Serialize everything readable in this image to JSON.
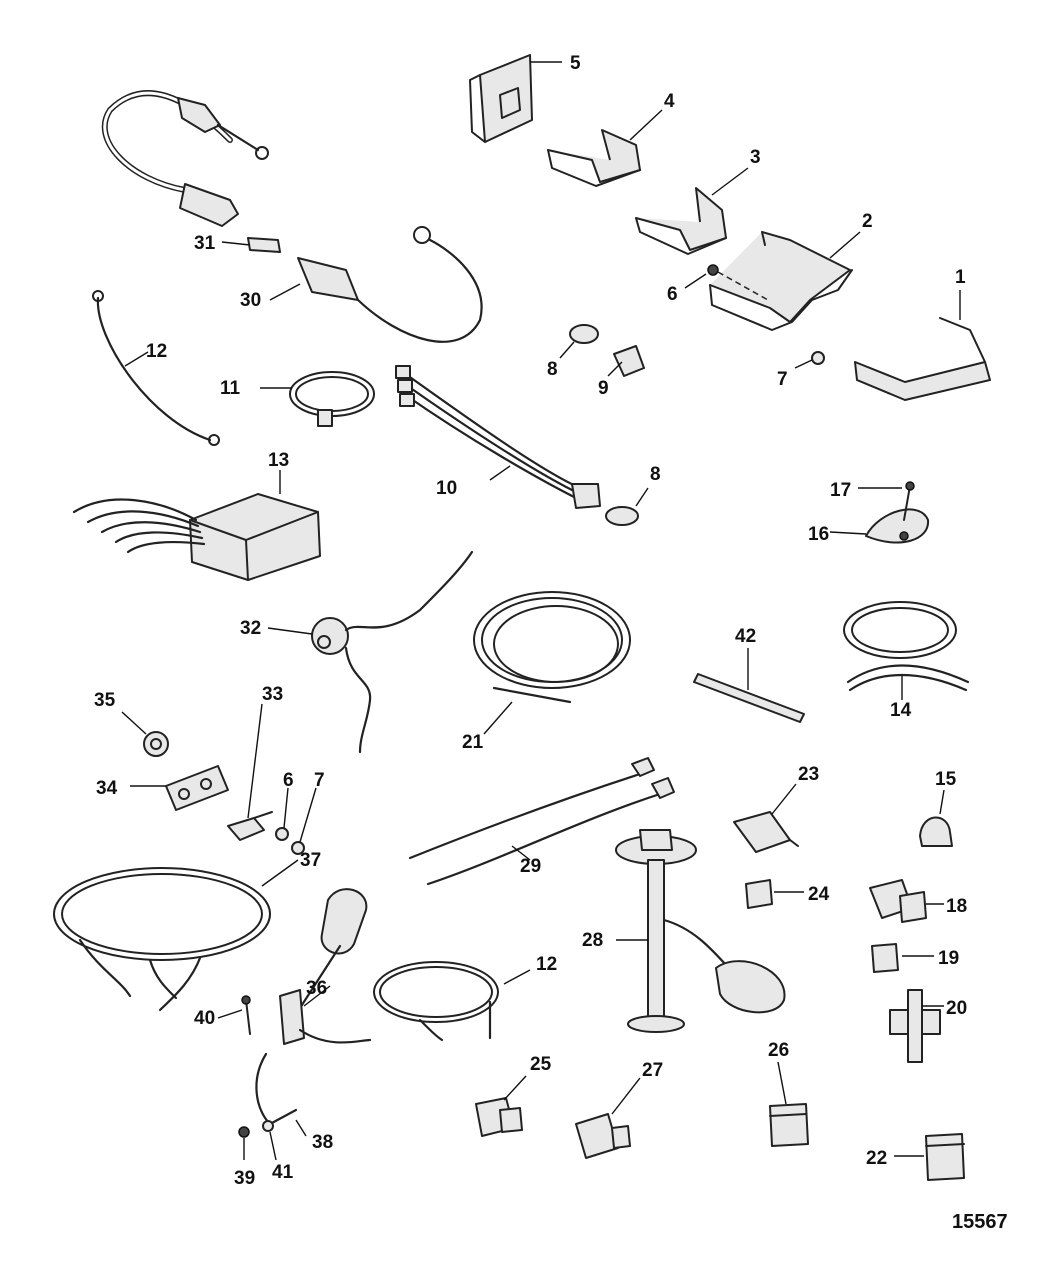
{
  "labels": {
    "n1": "1",
    "n2": "2",
    "n3": "3",
    "n4": "4",
    "n5": "5",
    "n6a": "6",
    "n6b": "6",
    "n7a": "7",
    "n7b": "7",
    "n8a": "8",
    "n8b": "8",
    "n9": "9",
    "n10": "10",
    "n11": "11",
    "n12a": "12",
    "n12b": "12",
    "n13": "13",
    "n14": "14",
    "n15": "15",
    "n16": "16",
    "n17": "17",
    "n18": "18",
    "n19": "19",
    "n20": "20",
    "n21": "21",
    "n22": "22",
    "n23": "23",
    "n24": "24",
    "n25": "25",
    "n26": "26",
    "n27": "27",
    "n28": "28",
    "n29": "29",
    "n30": "30",
    "n31": "31",
    "n32": "32",
    "n33": "33",
    "n34": "34",
    "n35": "35",
    "n36": "36",
    "n37": "37",
    "n38": "38",
    "n39": "39",
    "n40": "40",
    "n41": "41",
    "n42": "42"
  },
  "figure_number": "15567"
}
